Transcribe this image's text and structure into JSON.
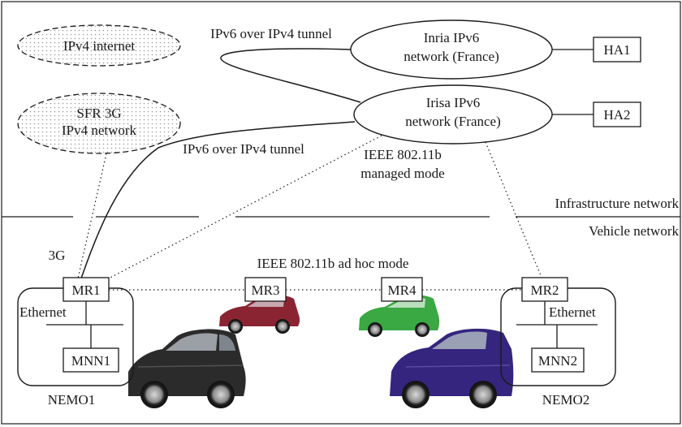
{
  "clouds": {
    "ipv4_internet": "IPv4 internet",
    "sfr_line1": "SFR 3G",
    "sfr_line2": "IPv4 network"
  },
  "networks": {
    "inria_line1": "Inria IPv6",
    "inria_line2": "network (France)",
    "irisa_line1": "Irisa IPv6",
    "irisa_line2": "network (France)"
  },
  "home_agents": {
    "ha1": "HA1",
    "ha2": "HA2"
  },
  "links": {
    "tunnel_top": "IPv6 over IPv4 tunnel",
    "tunnel_mid": "IPv6 over IPv4 tunnel",
    "managed_line1": "IEEE 802.11b",
    "managed_line2": "managed mode",
    "adhoc": "IEEE 802.11b ad hoc mode",
    "threeg": "3G"
  },
  "zones": {
    "infrastructure": "Infrastructure network",
    "vehicle": "Vehicle network"
  },
  "routers": {
    "mr1": "MR1",
    "mr2": "MR2",
    "mr3": "MR3",
    "mr4": "MR4"
  },
  "nodes": {
    "mnn1": "MNN1",
    "mnn2": "MNN2",
    "ethernet1": "Ethernet",
    "ethernet2": "Ethernet"
  },
  "nemo": {
    "nemo1": "NEMO1",
    "nemo2": "NEMO2"
  },
  "colors": {
    "car_black": "#2b2b2b",
    "car_red": "#8a2433",
    "car_green": "#3aa843",
    "car_blue": "#35257e"
  }
}
